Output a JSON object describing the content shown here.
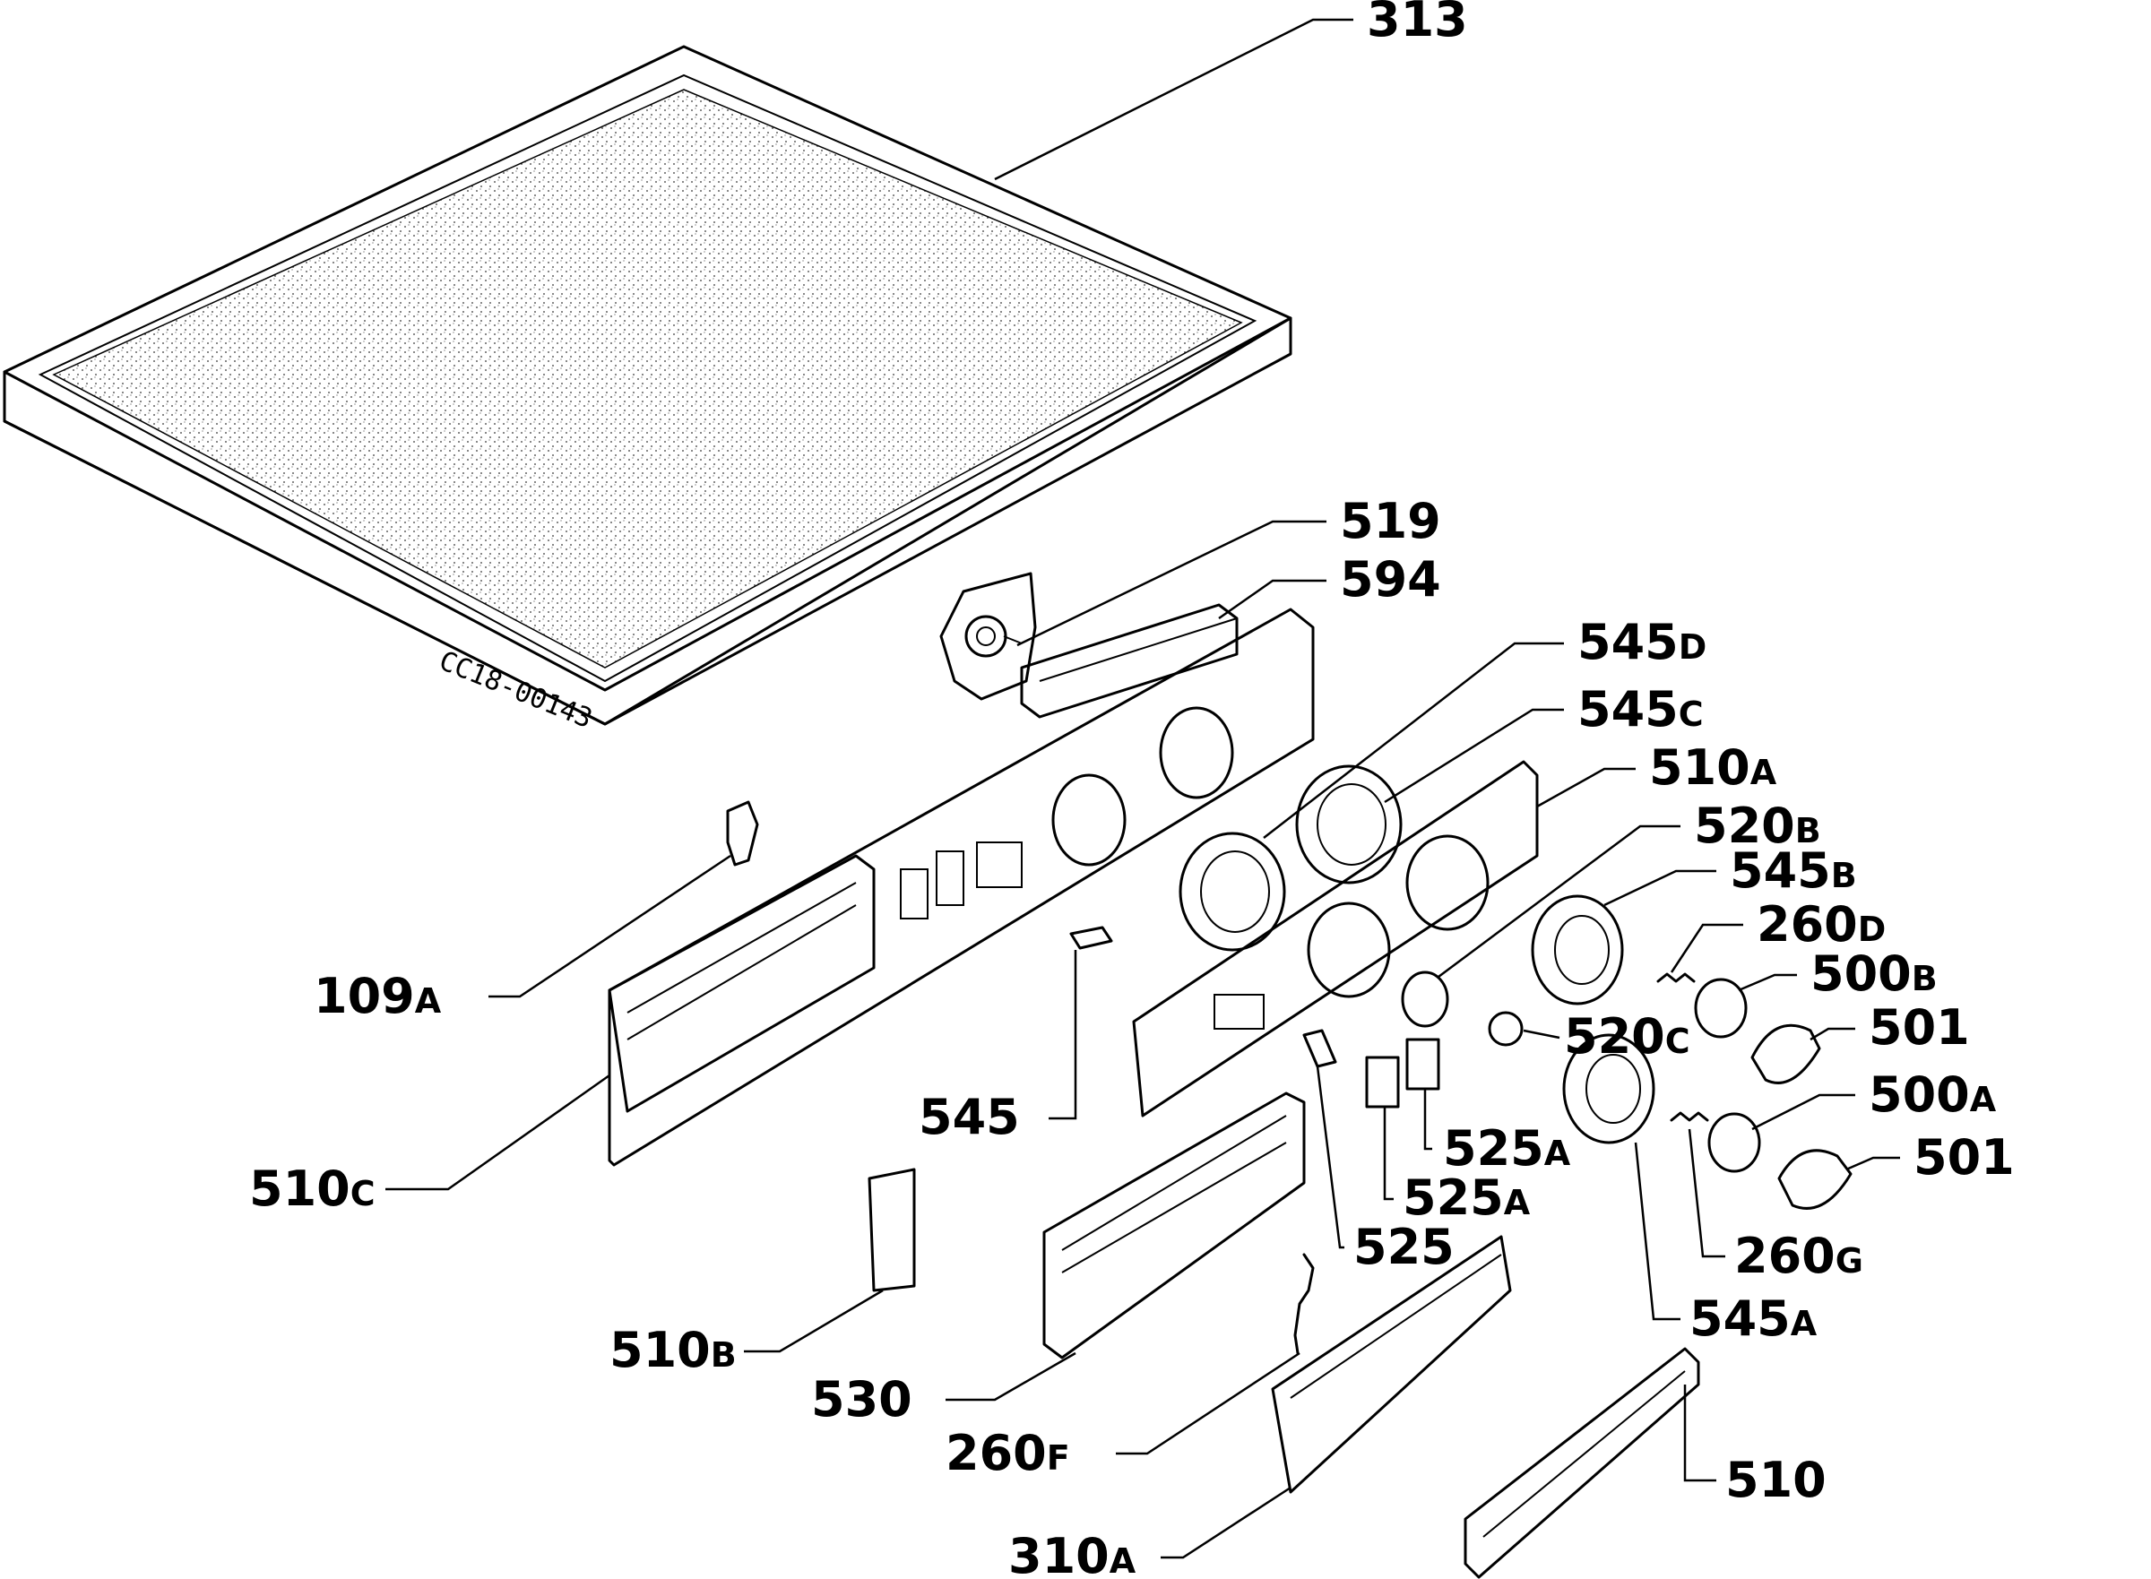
{
  "drawing_code": "CC18-00143",
  "parts": [
    {
      "id": "p313",
      "label": "313"
    },
    {
      "id": "p519",
      "label": "519"
    },
    {
      "id": "p594",
      "label": "594"
    },
    {
      "id": "p545D",
      "label": "545",
      "suffix": "D"
    },
    {
      "id": "p545C",
      "label": "545",
      "suffix": "C"
    },
    {
      "id": "p510A",
      "label": "510",
      "suffix": "A"
    },
    {
      "id": "p520B",
      "label": "520",
      "suffix": "B"
    },
    {
      "id": "p545B",
      "label": "545",
      "suffix": "B"
    },
    {
      "id": "p260D",
      "label": "260",
      "suffix": "D"
    },
    {
      "id": "p500B",
      "label": "500",
      "suffix": "B"
    },
    {
      "id": "p501a",
      "label": "501"
    },
    {
      "id": "p520C",
      "label": "520",
      "suffix": "C"
    },
    {
      "id": "p500A",
      "label": "500",
      "suffix": "A"
    },
    {
      "id": "p501b",
      "label": "501"
    },
    {
      "id": "p525Aa",
      "label": "525",
      "suffix": "A"
    },
    {
      "id": "p525Ab",
      "label": "525",
      "suffix": "A"
    },
    {
      "id": "p525",
      "label": "525"
    },
    {
      "id": "p260G",
      "label": "260",
      "suffix": "G"
    },
    {
      "id": "p545A",
      "label": "545",
      "suffix": "A"
    },
    {
      "id": "p109A",
      "label": "109",
      "suffix": "A"
    },
    {
      "id": "p545",
      "label": "545"
    },
    {
      "id": "p510C",
      "label": "510",
      "suffix": "C"
    },
    {
      "id": "p510B",
      "label": "510",
      "suffix": "B"
    },
    {
      "id": "p530",
      "label": "530"
    },
    {
      "id": "p260F",
      "label": "260",
      "suffix": "F"
    },
    {
      "id": "p510",
      "label": "510"
    },
    {
      "id": "p310A",
      "label": "310",
      "suffix": "A"
    }
  ]
}
